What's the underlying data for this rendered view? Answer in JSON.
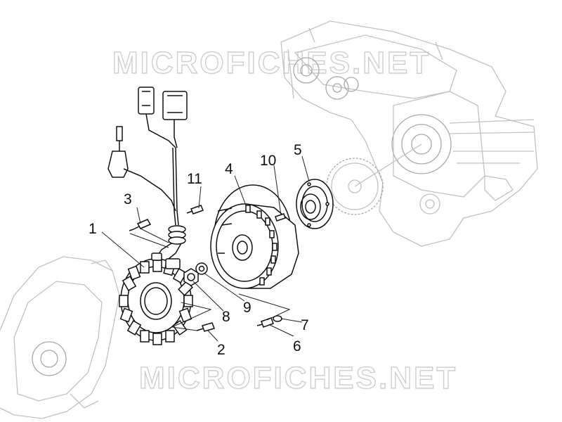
{
  "watermark": {
    "top": "MICROFICHES.NET",
    "bottom": "MICROFICHES.NET"
  },
  "callouts": [
    {
      "id": "1",
      "label": "1"
    },
    {
      "id": "2",
      "label": "2"
    },
    {
      "id": "3",
      "label": "3"
    },
    {
      "id": "4",
      "label": "4"
    },
    {
      "id": "5",
      "label": "5"
    },
    {
      "id": "6",
      "label": "6"
    },
    {
      "id": "7",
      "label": "7"
    },
    {
      "id": "8",
      "label": "8"
    },
    {
      "id": "9",
      "label": "9"
    },
    {
      "id": "10",
      "label": "10"
    },
    {
      "id": "11",
      "label": "11"
    }
  ]
}
